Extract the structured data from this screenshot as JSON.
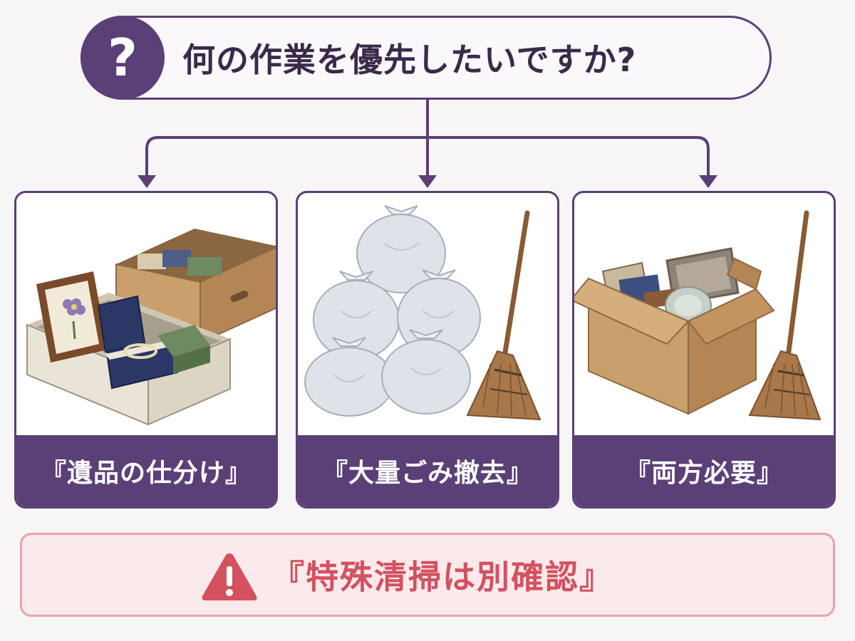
{
  "question": {
    "icon": "question-mark-icon",
    "icon_text": "?",
    "text": "何の作業を優先したいですか?"
  },
  "options": [
    {
      "label": "『遺品の仕分け』",
      "illustration": "keepsake-boxes-icon"
    },
    {
      "label": "『大量ごみ撤去』",
      "illustration": "garbage-bags-broom-icon"
    },
    {
      "label": "『両方必要』",
      "illustration": "cardboard-box-broom-icon"
    }
  ],
  "warning": {
    "icon": "warning-triangle-icon",
    "text": "『特殊清掃は別確認』"
  },
  "colors": {
    "primary": "#5b3f77",
    "warning_text": "#d4515f",
    "warning_border": "#e8a2ad",
    "warning_background": "#fbeaec"
  }
}
